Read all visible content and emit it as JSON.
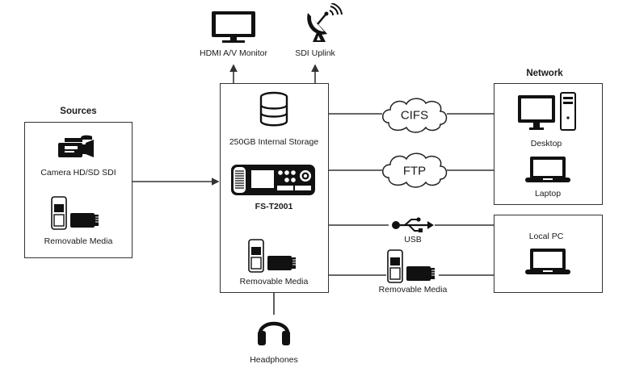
{
  "sources": {
    "title": "Sources",
    "items": [
      {
        "label": "Camera HD/SD SDI",
        "icon": "video-camera-icon"
      },
      {
        "label": "Removable Media",
        "icon": "removable-media-icon"
      }
    ]
  },
  "device": {
    "storage_label": "250GB Internal Storage",
    "storage_icon": "database-icon",
    "model_label": "FS-T2001",
    "model_icon": "recorder-device-icon",
    "media_label": "Removable Media",
    "media_icon": "removable-media-icon"
  },
  "outputs": {
    "monitor_label": "HDMI A/V Monitor",
    "uplink_label": "SDI Uplink",
    "headphones_label": "Headphones"
  },
  "connections": {
    "cifs_label": "CIFS",
    "ftp_label": "FTP",
    "usb_label": "USB",
    "removable_label": "Removable Media"
  },
  "network": {
    "title": "Network",
    "desktop_label": "Desktop",
    "laptop_label": "Laptop"
  },
  "local_pc": {
    "title": "Local PC"
  }
}
